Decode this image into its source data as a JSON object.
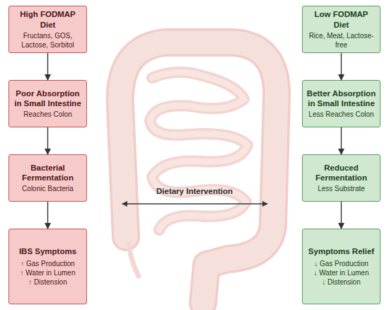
{
  "diagram": {
    "nodes": [
      {
        "text": [
          "High FODMAP Diet",
          "Fructans, GOS, Lactose, Sorbitol"
        ]
      },
      {
        "text": [
          "Poor Absorption in Small Intestine",
          "Reaches Colon"
        ]
      },
      {
        "text": [
          "Bacterial Fermentation",
          "Colonic Bacteria"
        ]
      },
      {
        "text": [
          "IBS Symptoms",
          "↑ Gas Production",
          "↑ Water in Lumen",
          "↑ Distension"
        ]
      },
      {
        "text": [
          "Low FODMAP Diet",
          "Rice, Meat, Lactose-free"
        ]
      },
      {
        "text": [
          "Better Absorption in Small Intestine",
          "Less Reaches Colon"
        ]
      },
      {
        "text": [
          "Reduced Fermentation",
          "Less Substrate"
        ]
      },
      {
        "text": [
          "Symptoms Relief",
          "↓ Gas Production",
          "↓ Water in Lumen",
          "↓ Distension"
        ]
      }
    ],
    "edges": [
      {
        "from": 0,
        "to": 1,
        "arrow": "to"
      },
      {
        "from": 1,
        "to": 2,
        "arrow": "to"
      },
      {
        "from": 2,
        "to": 3,
        "arrow": "to"
      },
      {
        "from": 4,
        "to": 5,
        "arrow": "to"
      },
      {
        "from": 5,
        "to": 6,
        "arrow": "to"
      },
      {
        "from": 6,
        "to": 7,
        "arrow": "to"
      }
    ],
    "labels": [
      "Dietary Intervention"
    ]
  }
}
